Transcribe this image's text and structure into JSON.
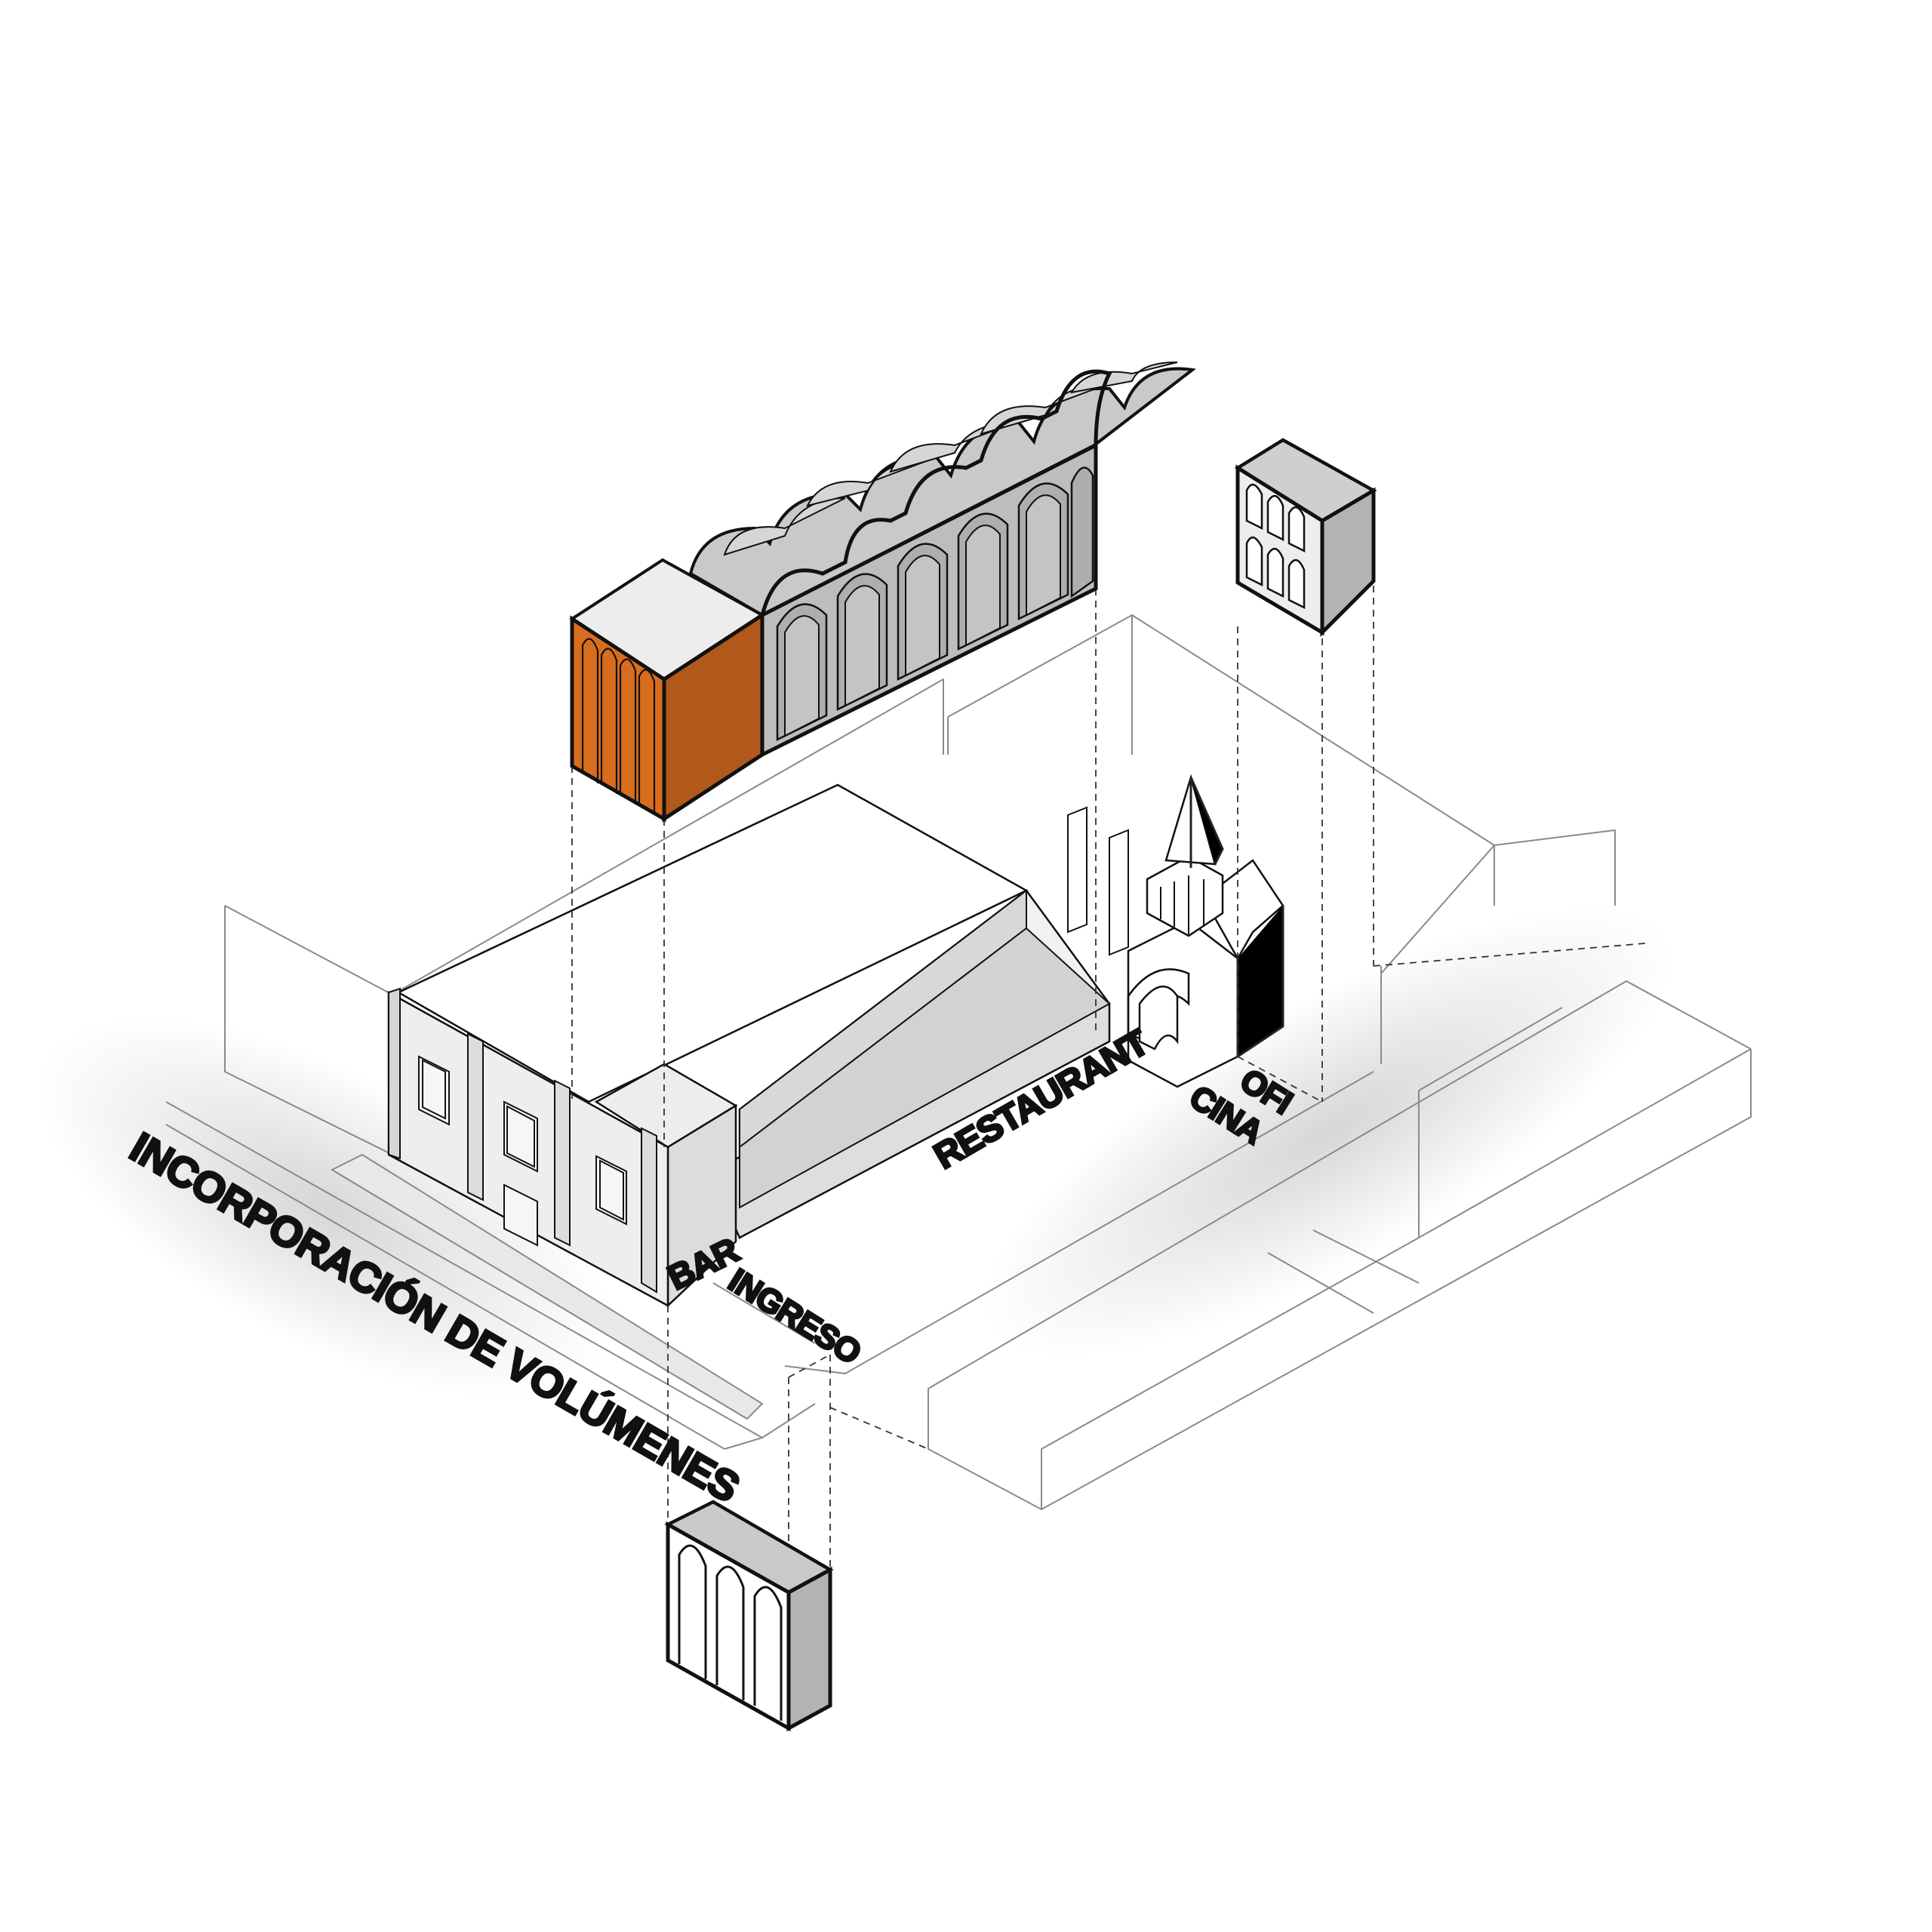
{
  "labels": {
    "main": "INCORPORACIÓN DE VOLÚMENES",
    "bar": "BAR",
    "ingreso": "INGRESO",
    "restaurant": "RESTAURANT",
    "oficina_1": "OFI",
    "oficina_2": "CINA"
  },
  "colors": {
    "accent_front": "#d96d1e",
    "accent_side": "#b0591a",
    "vault_grey": "#bdbdbd",
    "vault_light": "#dcdcdc",
    "block_grey": "#e2e2e2",
    "block_dark": "#cfcfcf",
    "outline": "#111111",
    "context_line": "#8a8a8a"
  }
}
